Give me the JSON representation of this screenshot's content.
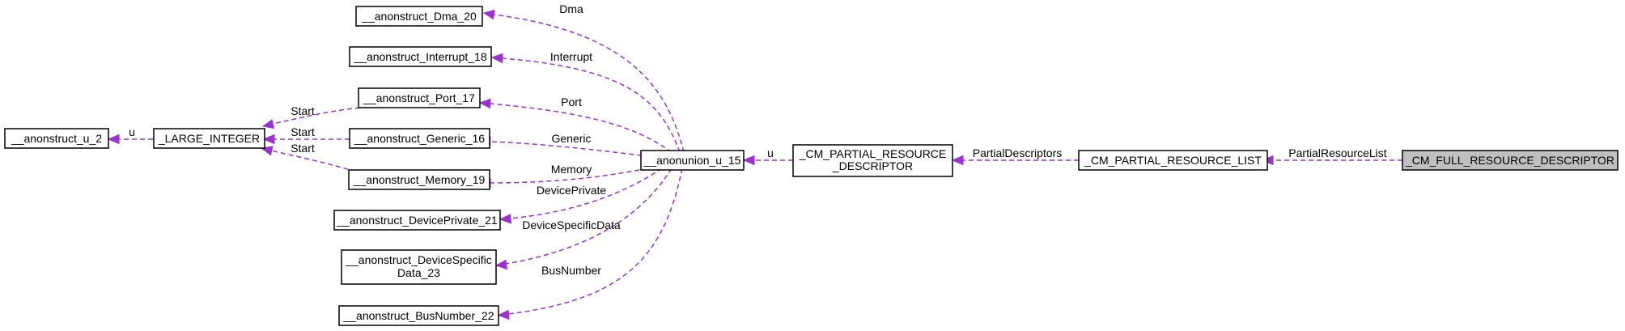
{
  "diagram": {
    "nodes": {
      "full_descriptor": "_CM_FULL_RESOURCE_DESCRIPTOR",
      "partial_list": "_CM_PARTIAL_RESOURCE_LIST",
      "partial_descriptor_l1": "_CM_PARTIAL_RESOURCE",
      "partial_descriptor_l2": "_DESCRIPTOR",
      "anonunion": "__anonunion_u_15",
      "dma": "__anonstruct_Dma_20",
      "interrupt": "__anonstruct_Interrupt_18",
      "port": "__anonstruct_Port_17",
      "generic": "__anonstruct_Generic_16",
      "memory": "__anonstruct_Memory_19",
      "device_private": "__anonstruct_DevicePrivate_21",
      "device_specific_l1": "__anonstruct_DeviceSpecific",
      "device_specific_l2": "Data_23",
      "bus_number": "__anonstruct_BusNumber_22",
      "large_integer": "_LARGE_INTEGER",
      "anonstruct_u2": "__anonstruct_u_2"
    },
    "edge_labels": {
      "partial_resource_list": "PartialResourceList",
      "partial_descriptors": "PartialDescriptors",
      "u_union": "u",
      "dma": "Dma",
      "interrupt": "Interrupt",
      "port": "Port",
      "generic": "Generic",
      "memory": "Memory",
      "device_private": "DevicePrivate",
      "device_specific_data": "DeviceSpecificData",
      "bus_number": "BusNumber",
      "start_port": "Start",
      "start_generic": "Start",
      "start_memory": "Start",
      "u_large": "u"
    },
    "colors": {
      "edge": "#9a32cd",
      "highlight_fill": "#bfbfbf",
      "node_border": "#000000"
    }
  }
}
